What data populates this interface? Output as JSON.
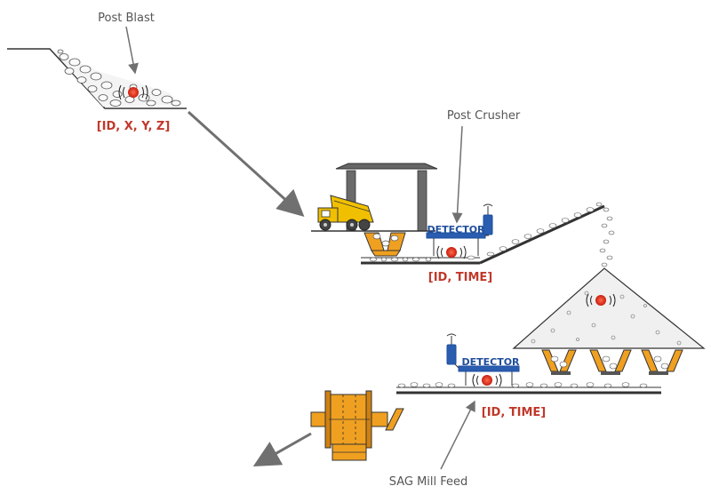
{
  "labels": {
    "post_blast": "Post Blast",
    "post_crusher": "Post Crusher",
    "sag_mill_feed": "SAG Mill Feed",
    "blast_tag": "[ID, X, Y, Z]",
    "crusher_tag": "[ID, TIME]",
    "mill_tag": "[ID, TIME]",
    "detector_1": "DETECTOR",
    "detector_2": "DETECTOR"
  },
  "colors": {
    "tag_red": "#c0392b",
    "detector_blue": "#1f4e9c",
    "machinery_yellow": "#f0b000",
    "crusher_orange": "#f0a020",
    "structure_grey": "#555555",
    "arrow_grey": "#707070",
    "rock_fill": "#f2f2f2",
    "beacon_red": "#e03020"
  },
  "icons": {
    "haul_truck": "dump-truck-icon",
    "rock_tag": "rfid-tag-icon",
    "antenna": "antenna-icon",
    "mill": "sag-mill-icon"
  }
}
